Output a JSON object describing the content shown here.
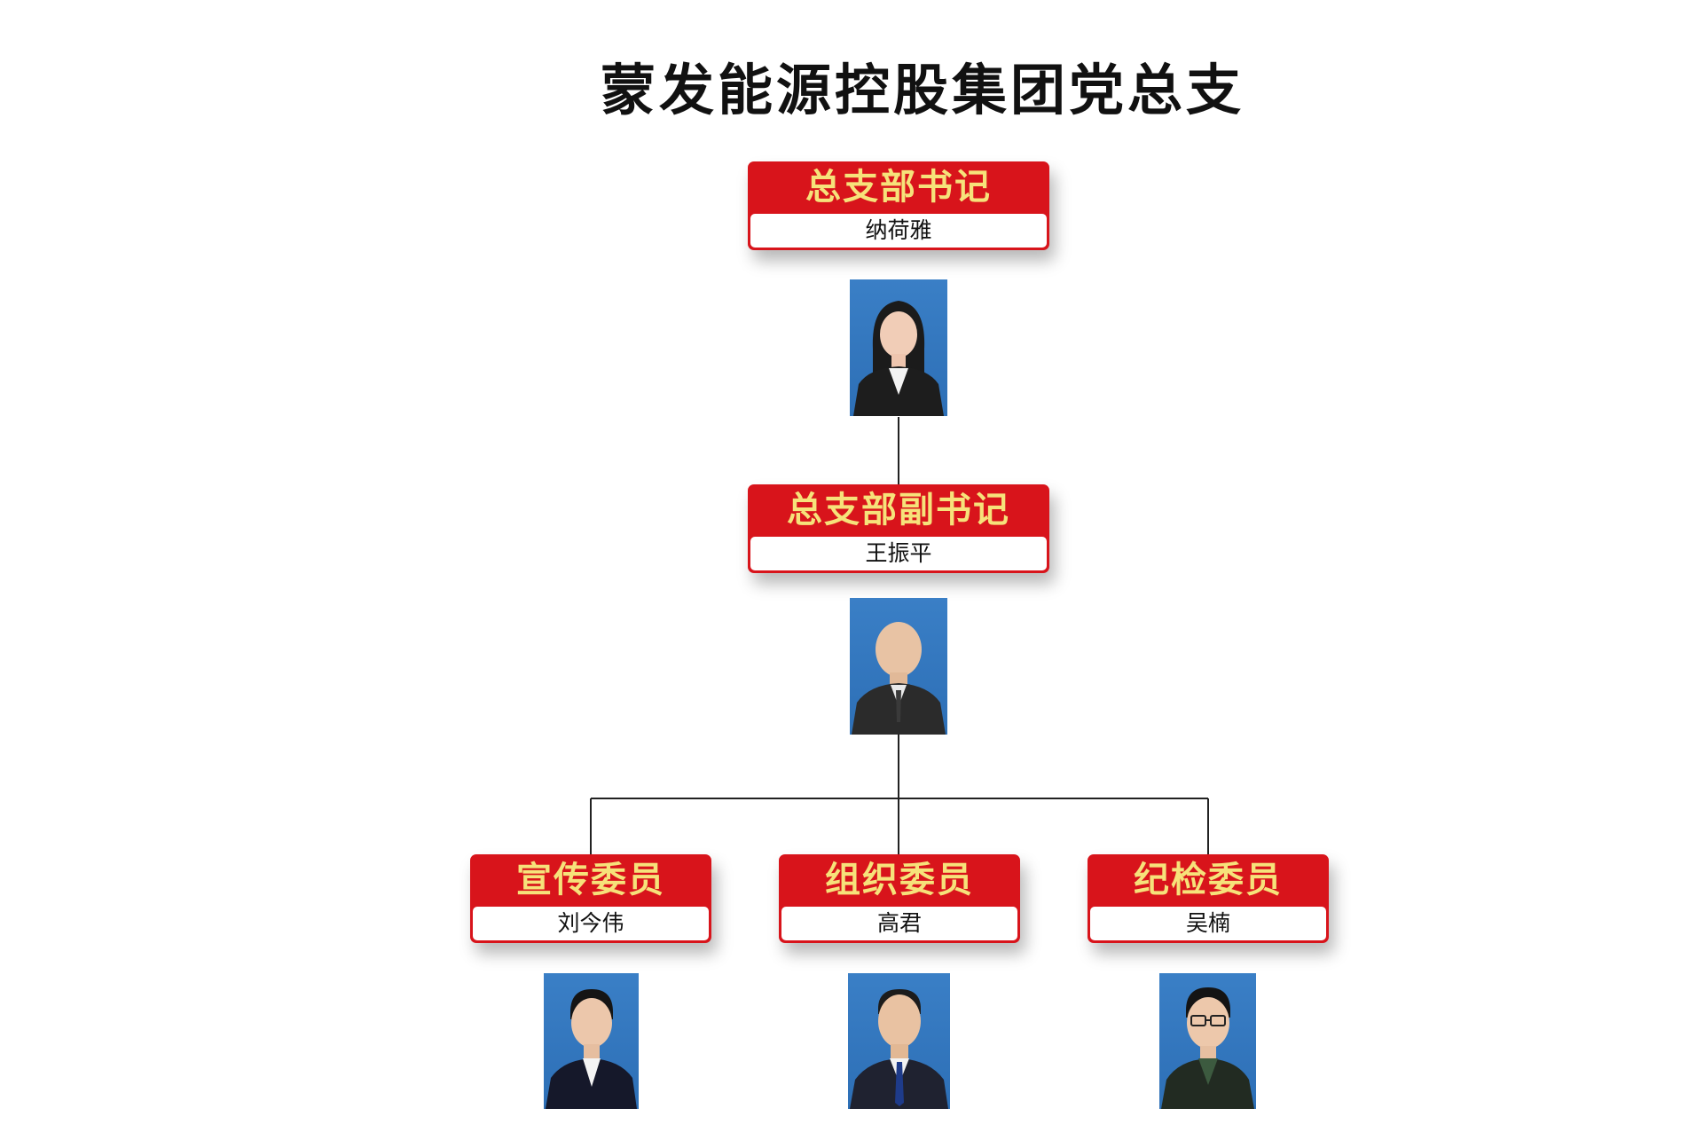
{
  "title": "蒙发能源控股集团党总支",
  "nodes": [
    {
      "role": "总支部书记",
      "name": "纳荷雅",
      "photo": "portrait-woman-dark-hair"
    },
    {
      "role": "总支部副书记",
      "name": "王振平",
      "photo": "portrait-man-bald"
    },
    {
      "role": "宣传委员",
      "name": "刘今伟",
      "photo": "portrait-man-short-hair"
    },
    {
      "role": "组织委员",
      "name": "高君",
      "photo": "portrait-man-tie"
    },
    {
      "role": "纪检委员",
      "name": "吴楠",
      "photo": "portrait-man-glasses"
    }
  ],
  "colors": {
    "card_red": "#d8141b",
    "card_title": "#f6e27a",
    "photo_bg": "#2f74bb",
    "connector": "#222222"
  }
}
